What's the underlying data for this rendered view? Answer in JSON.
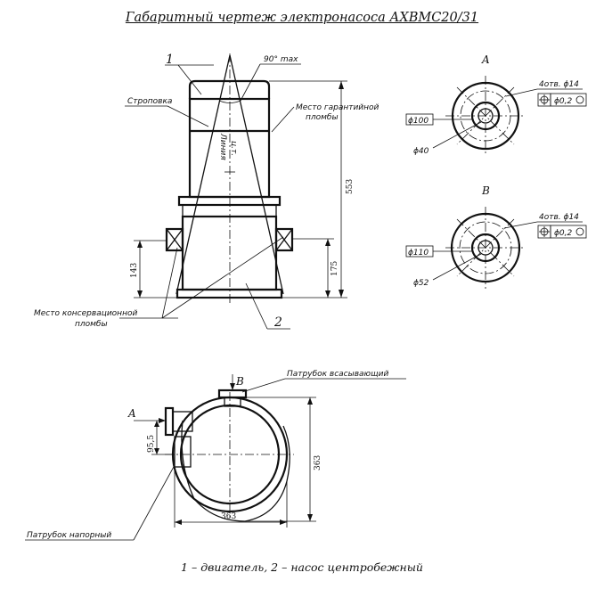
{
  "title": "Габаритный чертеж электронасоса АХВМС20/31",
  "caption": "1 – двигатель, 2 – насос центробежный",
  "labels": {
    "pos1": "1",
    "pos2": "2",
    "angle": "90° max",
    "slinging": "Строповка",
    "warranty_seal_1": "Место гарантийной",
    "warranty_seal_2": "пломбы",
    "line_1": "Линия",
    "line_2": "ц.т.",
    "conservation_seal_1": "Место консервационной",
    "conservation_seal_2": "пломбы",
    "suction_pipe": "Патрубок всасывающий",
    "discharge_pipe": "Патрубок напорный"
  },
  "dimensions": {
    "height_total": "553",
    "height_175": "175",
    "height_143": "143",
    "plan_height": "363",
    "plan_width": "363",
    "offset": "95,5"
  },
  "view_a": {
    "label": "A",
    "holes": "4отв. ϕ14",
    "tolerance": "ϕ0,2",
    "outer_diameter": "ϕ100",
    "inner_diameter": "ϕ40"
  },
  "view_b": {
    "label": "B",
    "holes": "4отв. ϕ14",
    "tolerance": "ϕ0,2",
    "outer_diameter": "ϕ110",
    "inner_diameter": "ϕ52"
  },
  "plan_view": {
    "arrow_a": "A",
    "arrow_b": "B"
  }
}
